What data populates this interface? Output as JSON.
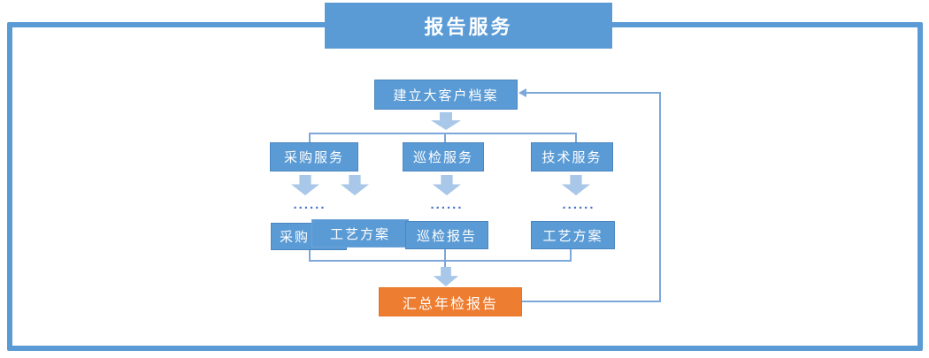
{
  "header": {
    "title": "报告服务"
  },
  "flow": {
    "root": {
      "label": "建立大客户档案"
    },
    "level1": [
      {
        "label": "采购服务"
      },
      {
        "label": "巡检服务"
      },
      {
        "label": "技术服务"
      }
    ],
    "ellipsis": "......",
    "level2": [
      {
        "label": "采购"
      },
      {
        "label": "工艺方案"
      },
      {
        "label": "巡检报告"
      },
      {
        "label": "工艺方案"
      }
    ],
    "summary": {
      "label": "汇总年检报告"
    }
  },
  "colors": {
    "box_blue": "#5B9BD5",
    "box_orange": "#ED7D31",
    "arrow_light_blue": "#A9C7E8",
    "connector_blue": "#7da7d9",
    "dots_blue": "#4472C4",
    "frame_border": "#5B9BD5",
    "text_white": "#ffffff"
  }
}
